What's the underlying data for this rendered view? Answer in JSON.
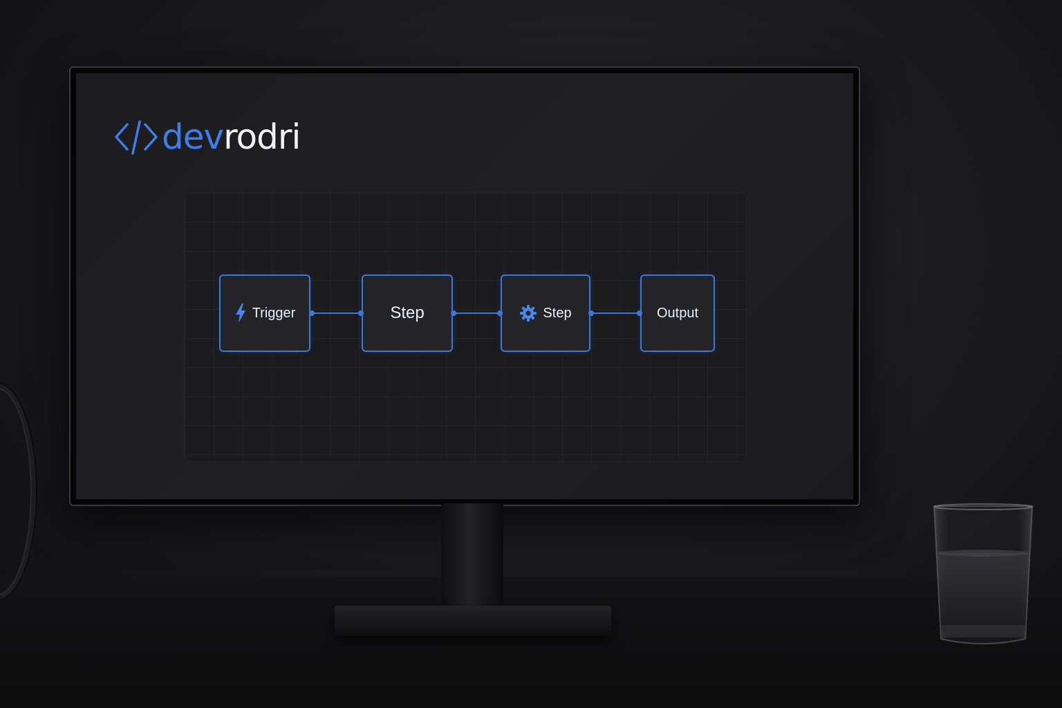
{
  "logo": {
    "mark": "</>",
    "part1": "dev",
    "part2": "rodri",
    "colors": {
      "accent": "#3f7ee8",
      "light": "#f2f2f4"
    }
  },
  "workflow": {
    "nodes": [
      {
        "id": "trigger",
        "label": "Trigger",
        "icon": "lightning-icon"
      },
      {
        "id": "step1",
        "label": "Step",
        "icon": null
      },
      {
        "id": "step2",
        "label": "Step",
        "icon": "gear-icon"
      },
      {
        "id": "output",
        "label": "Output",
        "icon": null
      }
    ],
    "accent_color": "#3b78d8"
  }
}
